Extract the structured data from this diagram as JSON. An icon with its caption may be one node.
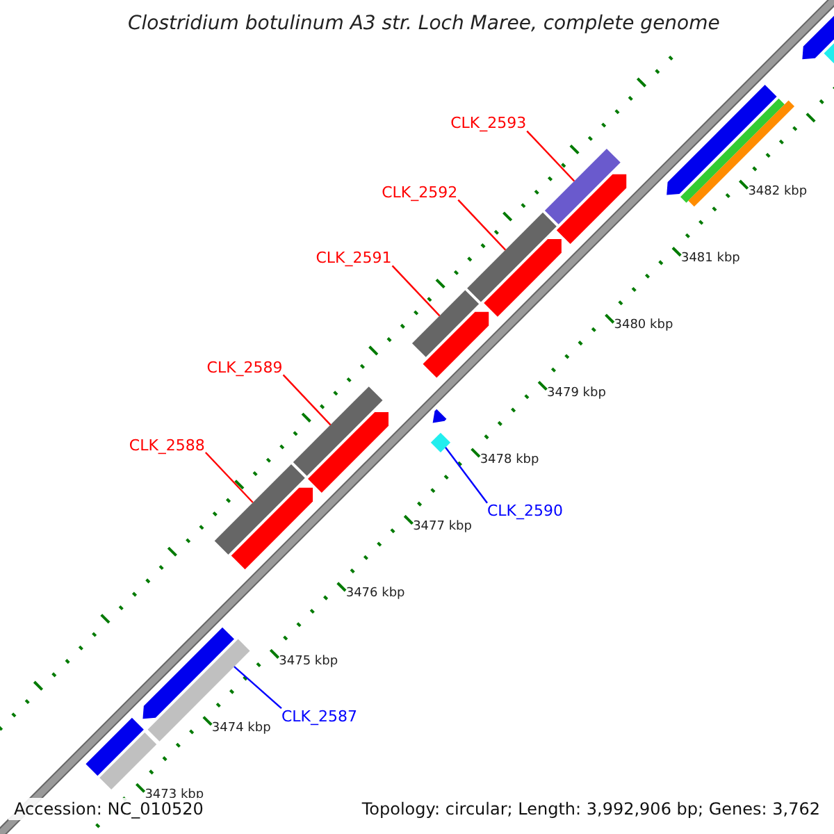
{
  "diagram": {
    "title": "Clostridium botulinum A3 str. Loch Maree, complete genome",
    "nodes": [
      {
        "text": [
          "CLK_2593"
        ]
      },
      {
        "text": [],
        "shape": "bar"
      },
      {
        "text": [
          "CLK_2592"
        ]
      },
      {
        "text": [],
        "shape": "bar"
      },
      {
        "text": [
          "CLK_2591"
        ]
      },
      {
        "text": [],
        "shape": "bar"
      },
      {
        "text": [
          "CLK_2589"
        ]
      },
      {
        "text": [],
        "shape": "bar"
      },
      {
        "text": [
          "CLK_2588"
        ]
      },
      {
        "text": [],
        "shape": "bar"
      },
      {
        "text": [
          "CLK_2590"
        ]
      },
      {
        "text": [],
        "shape": "bar"
      },
      {
        "text": [
          "CLK_2587"
        ]
      },
      {
        "text": [],
        "shape": "bar"
      },
      {
        "text": [],
        "shape": "pentagon"
      },
      {
        "text": [],
        "shape": "bar"
      },
      {
        "text": [],
        "shape": "pentagon"
      },
      {
        "text": [],
        "shape": "bar"
      },
      {
        "text": [],
        "shape": "bar"
      },
      {
        "text": [],
        "shape": "pentagon"
      },
      {
        "text": [],
        "shape": "pentagon"
      },
      {
        "text": [],
        "shape": "pentagon"
      },
      {
        "text": [],
        "shape": "pentagon"
      },
      {
        "text": [],
        "shape": "pentagon"
      },
      {
        "text": [],
        "shape": "pentagon"
      },
      {
        "text": [],
        "shape": "pentagon"
      },
      {
        "text": [],
        "shape": "bar"
      },
      {
        "text": [],
        "shape": "bar"
      }
    ],
    "edges": [
      {
        "from": 0,
        "to": 1,
        "arrow": "none"
      },
      {
        "from": 2,
        "to": 3,
        "arrow": "none"
      },
      {
        "from": 4,
        "to": 5,
        "arrow": "none"
      },
      {
        "from": 6,
        "to": 7,
        "arrow": "none"
      },
      {
        "from": 8,
        "to": 9,
        "arrow": "none"
      },
      {
        "from": 10,
        "to": 11,
        "arrow": "none",
        "color": "#0000ff"
      },
      {
        "from": 12,
        "to": 13,
        "arrow": "none",
        "color": "#0000ff"
      }
    ],
    "labels": [
      "3482 kbp",
      "3481 kbp",
      "3480 kbp",
      "3479 kbp",
      "3478 kbp",
      "3477 kbp",
      "3476 kbp",
      "3475 kbp",
      "3474 kbp",
      "3473 kbp",
      "Accession: NC_010520",
      "Topology: circular; Length: 3,992,906 bp; Genes: 3,762"
    ]
  }
}
